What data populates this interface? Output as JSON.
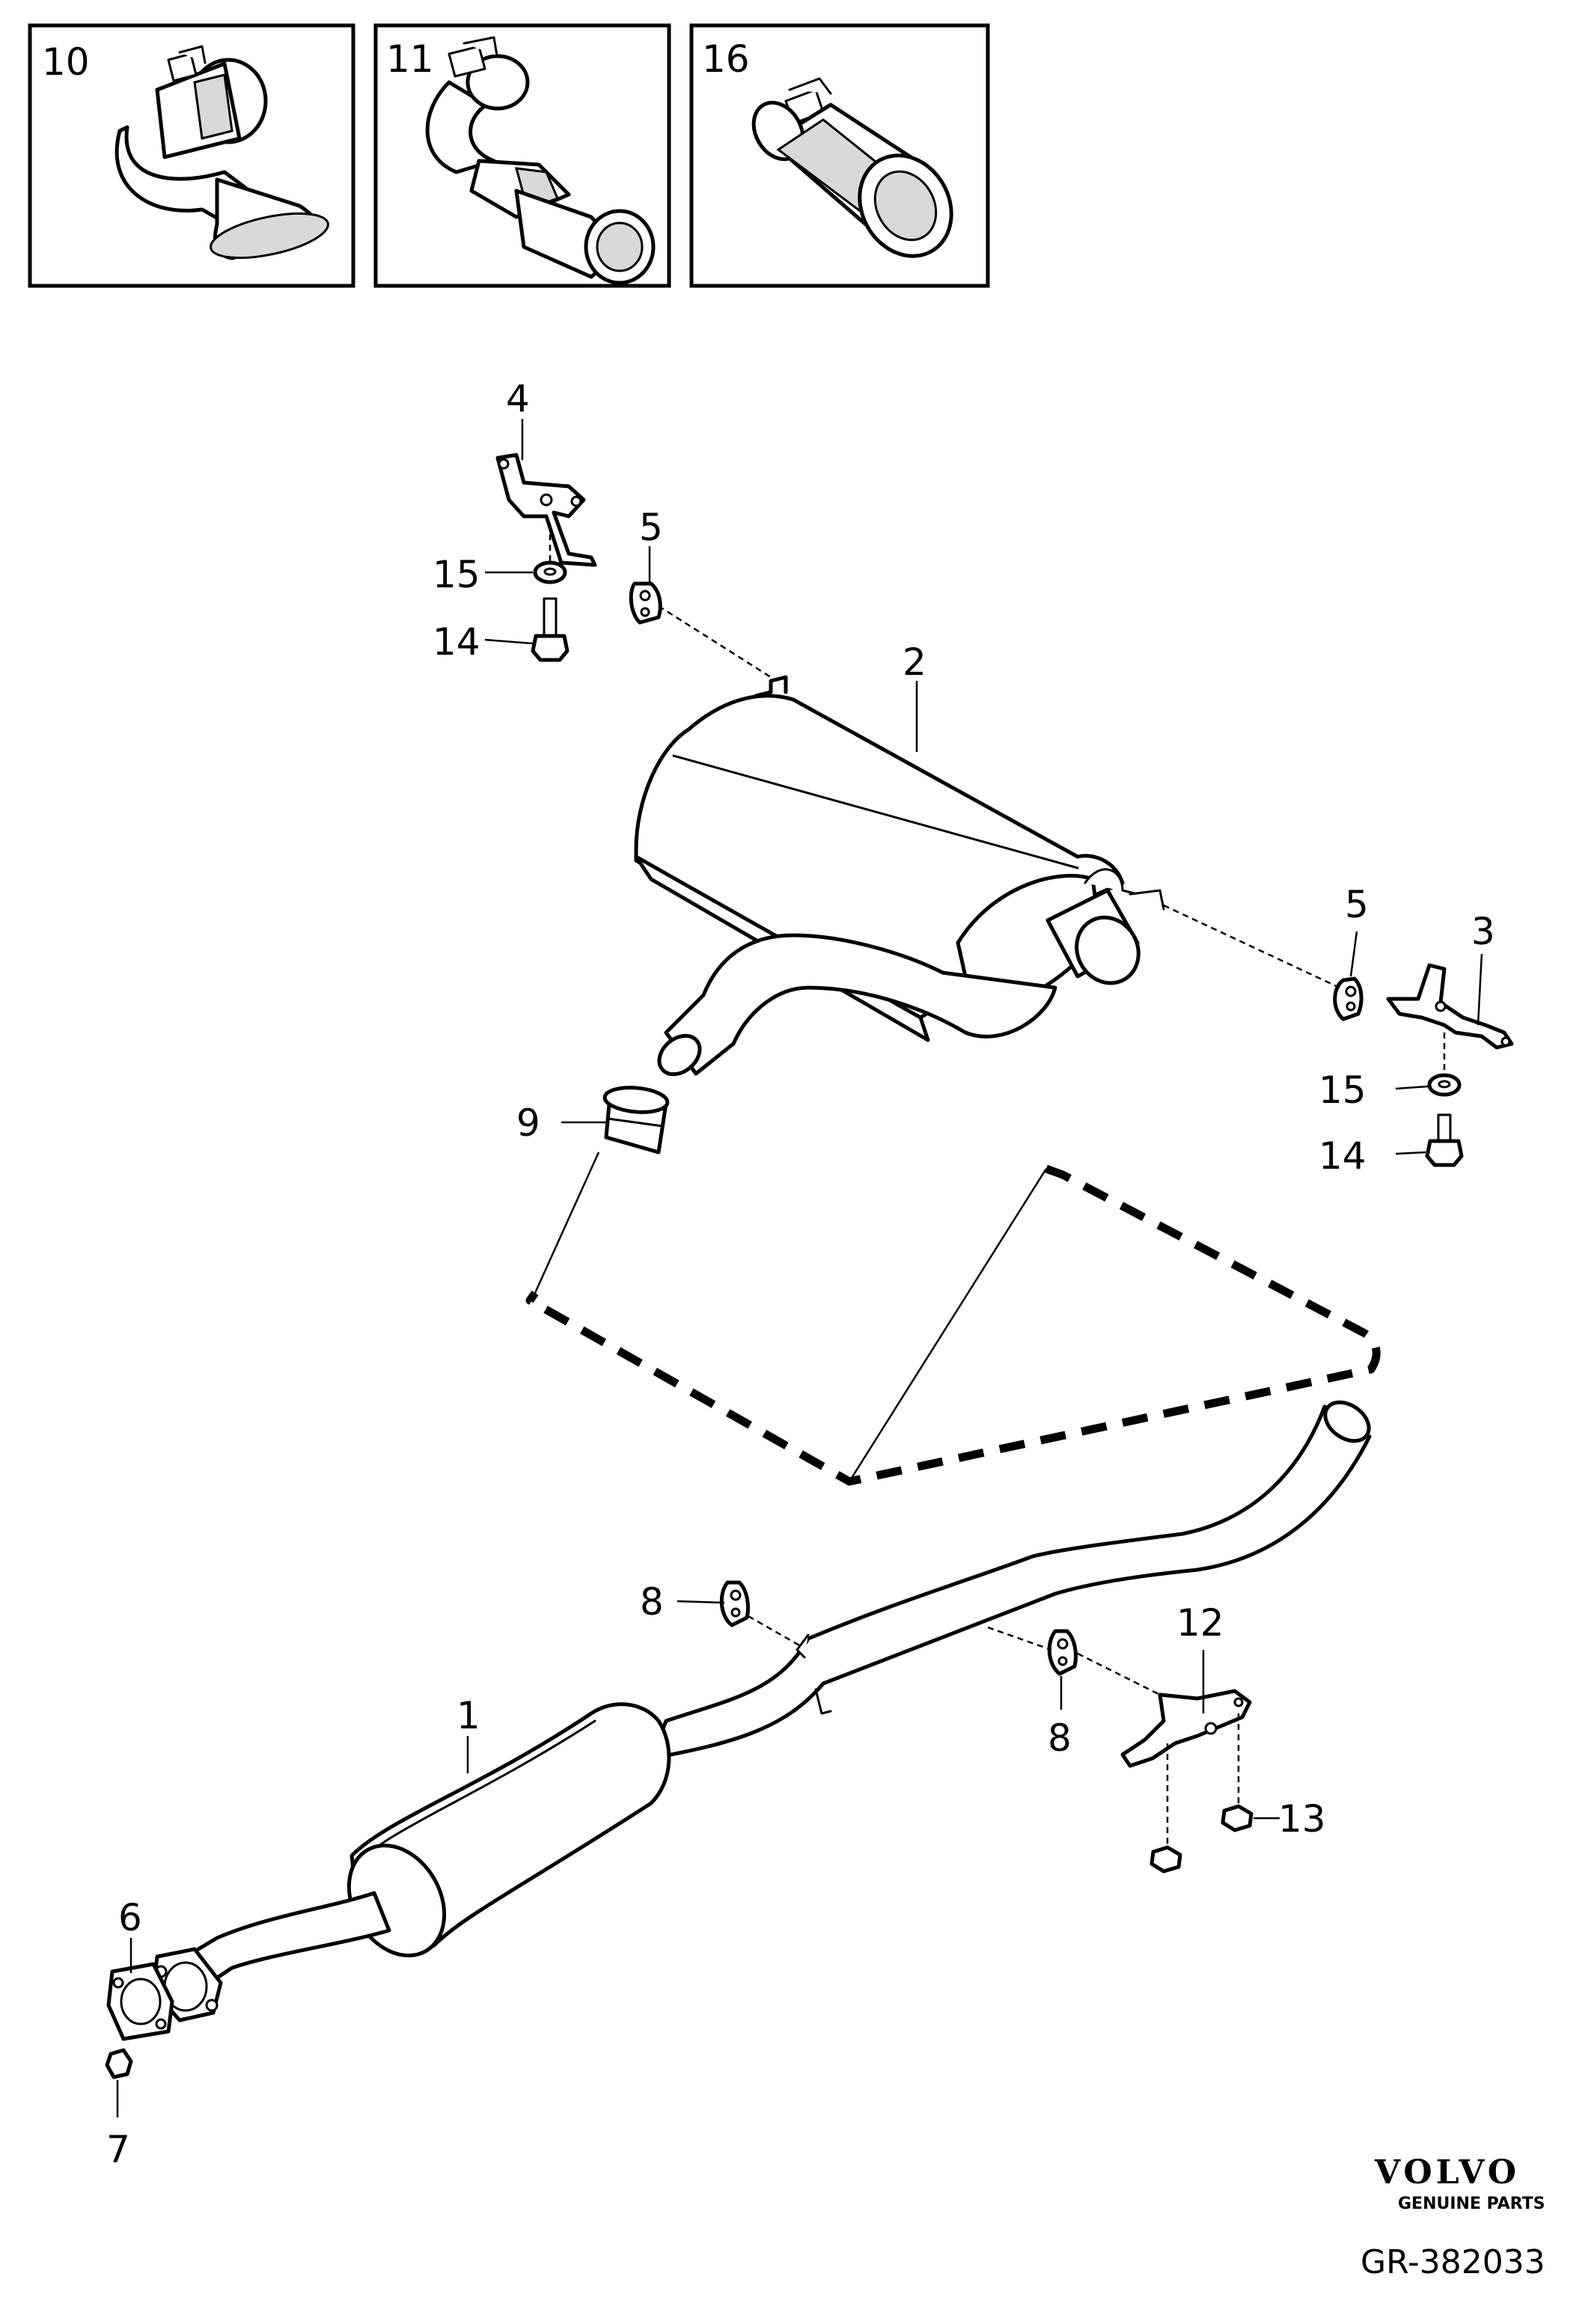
{
  "insets": [
    {
      "label": "10"
    },
    {
      "label": "11"
    },
    {
      "label": "16"
    }
  ],
  "callouts": {
    "c1": "1",
    "c2": "2",
    "c3": "3",
    "c4": "4",
    "c5a": "5",
    "c5b": "5",
    "c6": "6",
    "c7": "7",
    "c8a": "8",
    "c8b": "8",
    "c9": "9",
    "c12": "12",
    "c13": "13",
    "c14a": "14",
    "c14b": "14",
    "c15a": "15",
    "c15b": "15"
  },
  "brand": {
    "name": "VOLVO",
    "tagline": "GENUINE PARTS",
    "reference": "GR-382033"
  }
}
